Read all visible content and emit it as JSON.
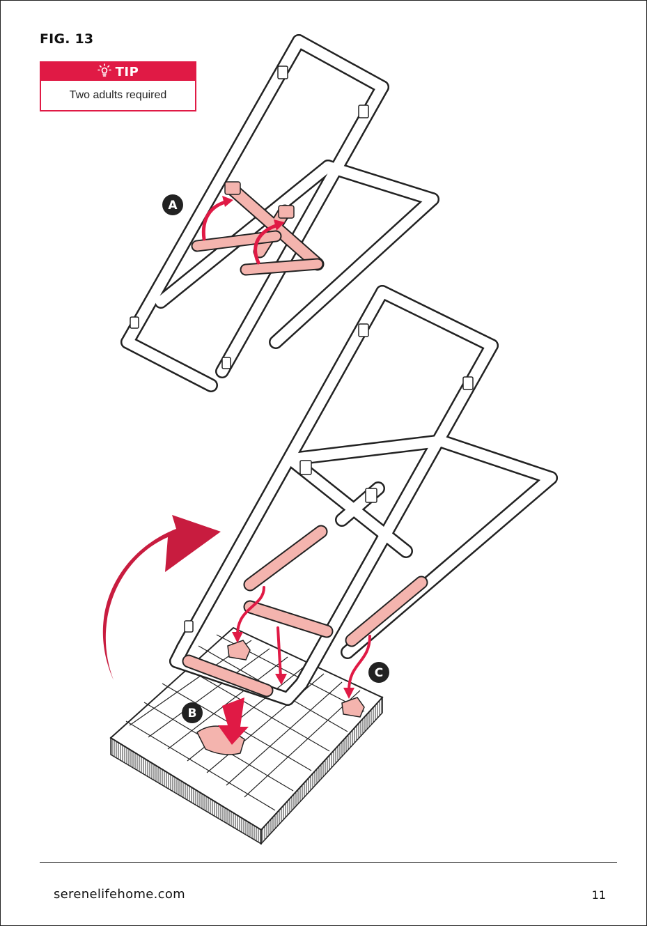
{
  "figure": {
    "title": "FIG. 13"
  },
  "tip": {
    "label": "TIP",
    "text": "Two adults required",
    "icon": "lightbulb-icon"
  },
  "callouts": {
    "a": "A",
    "b": "B",
    "c": "C"
  },
  "footer": {
    "website": "serenelifehome.com",
    "page_number": "11"
  },
  "colors": {
    "accent": "#e01a45",
    "highlight": "#f4b4ae",
    "line": "#222222"
  }
}
